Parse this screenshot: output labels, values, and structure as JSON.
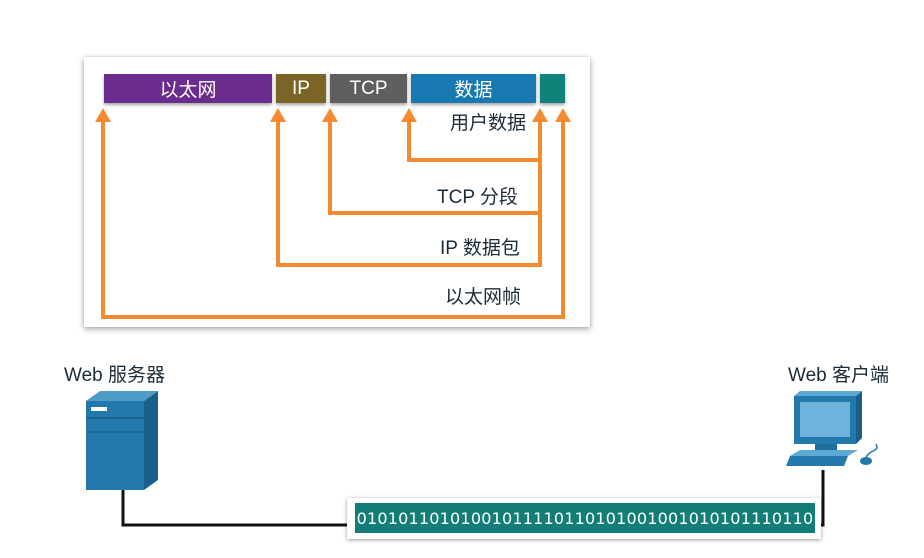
{
  "frame_fields": {
    "ethernet": {
      "label": "以太网",
      "color": "#6b2d8d"
    },
    "ip": {
      "label": "IP",
      "color": "#7a6526"
    },
    "tcp": {
      "label": "TCP",
      "color": "#5f5f60"
    },
    "data": {
      "label": "数据",
      "color": "#1878b0"
    },
    "trailer": {
      "label": "",
      "color": "#11827a"
    }
  },
  "encapsulation_labels": {
    "user_data": "用户数据",
    "tcp_segment": "TCP 分段",
    "ip_packet": "IP 数据包",
    "ethernet_frame": "以太网帧"
  },
  "arrow_color": "#f68a30",
  "devices": {
    "server": {
      "label": "Web 服务器",
      "icon": "server-icon"
    },
    "client": {
      "label": "Web 客户端",
      "icon": "desktop-computer-icon"
    }
  },
  "bitstream": "01010110101001011110110101001001010101110110"
}
